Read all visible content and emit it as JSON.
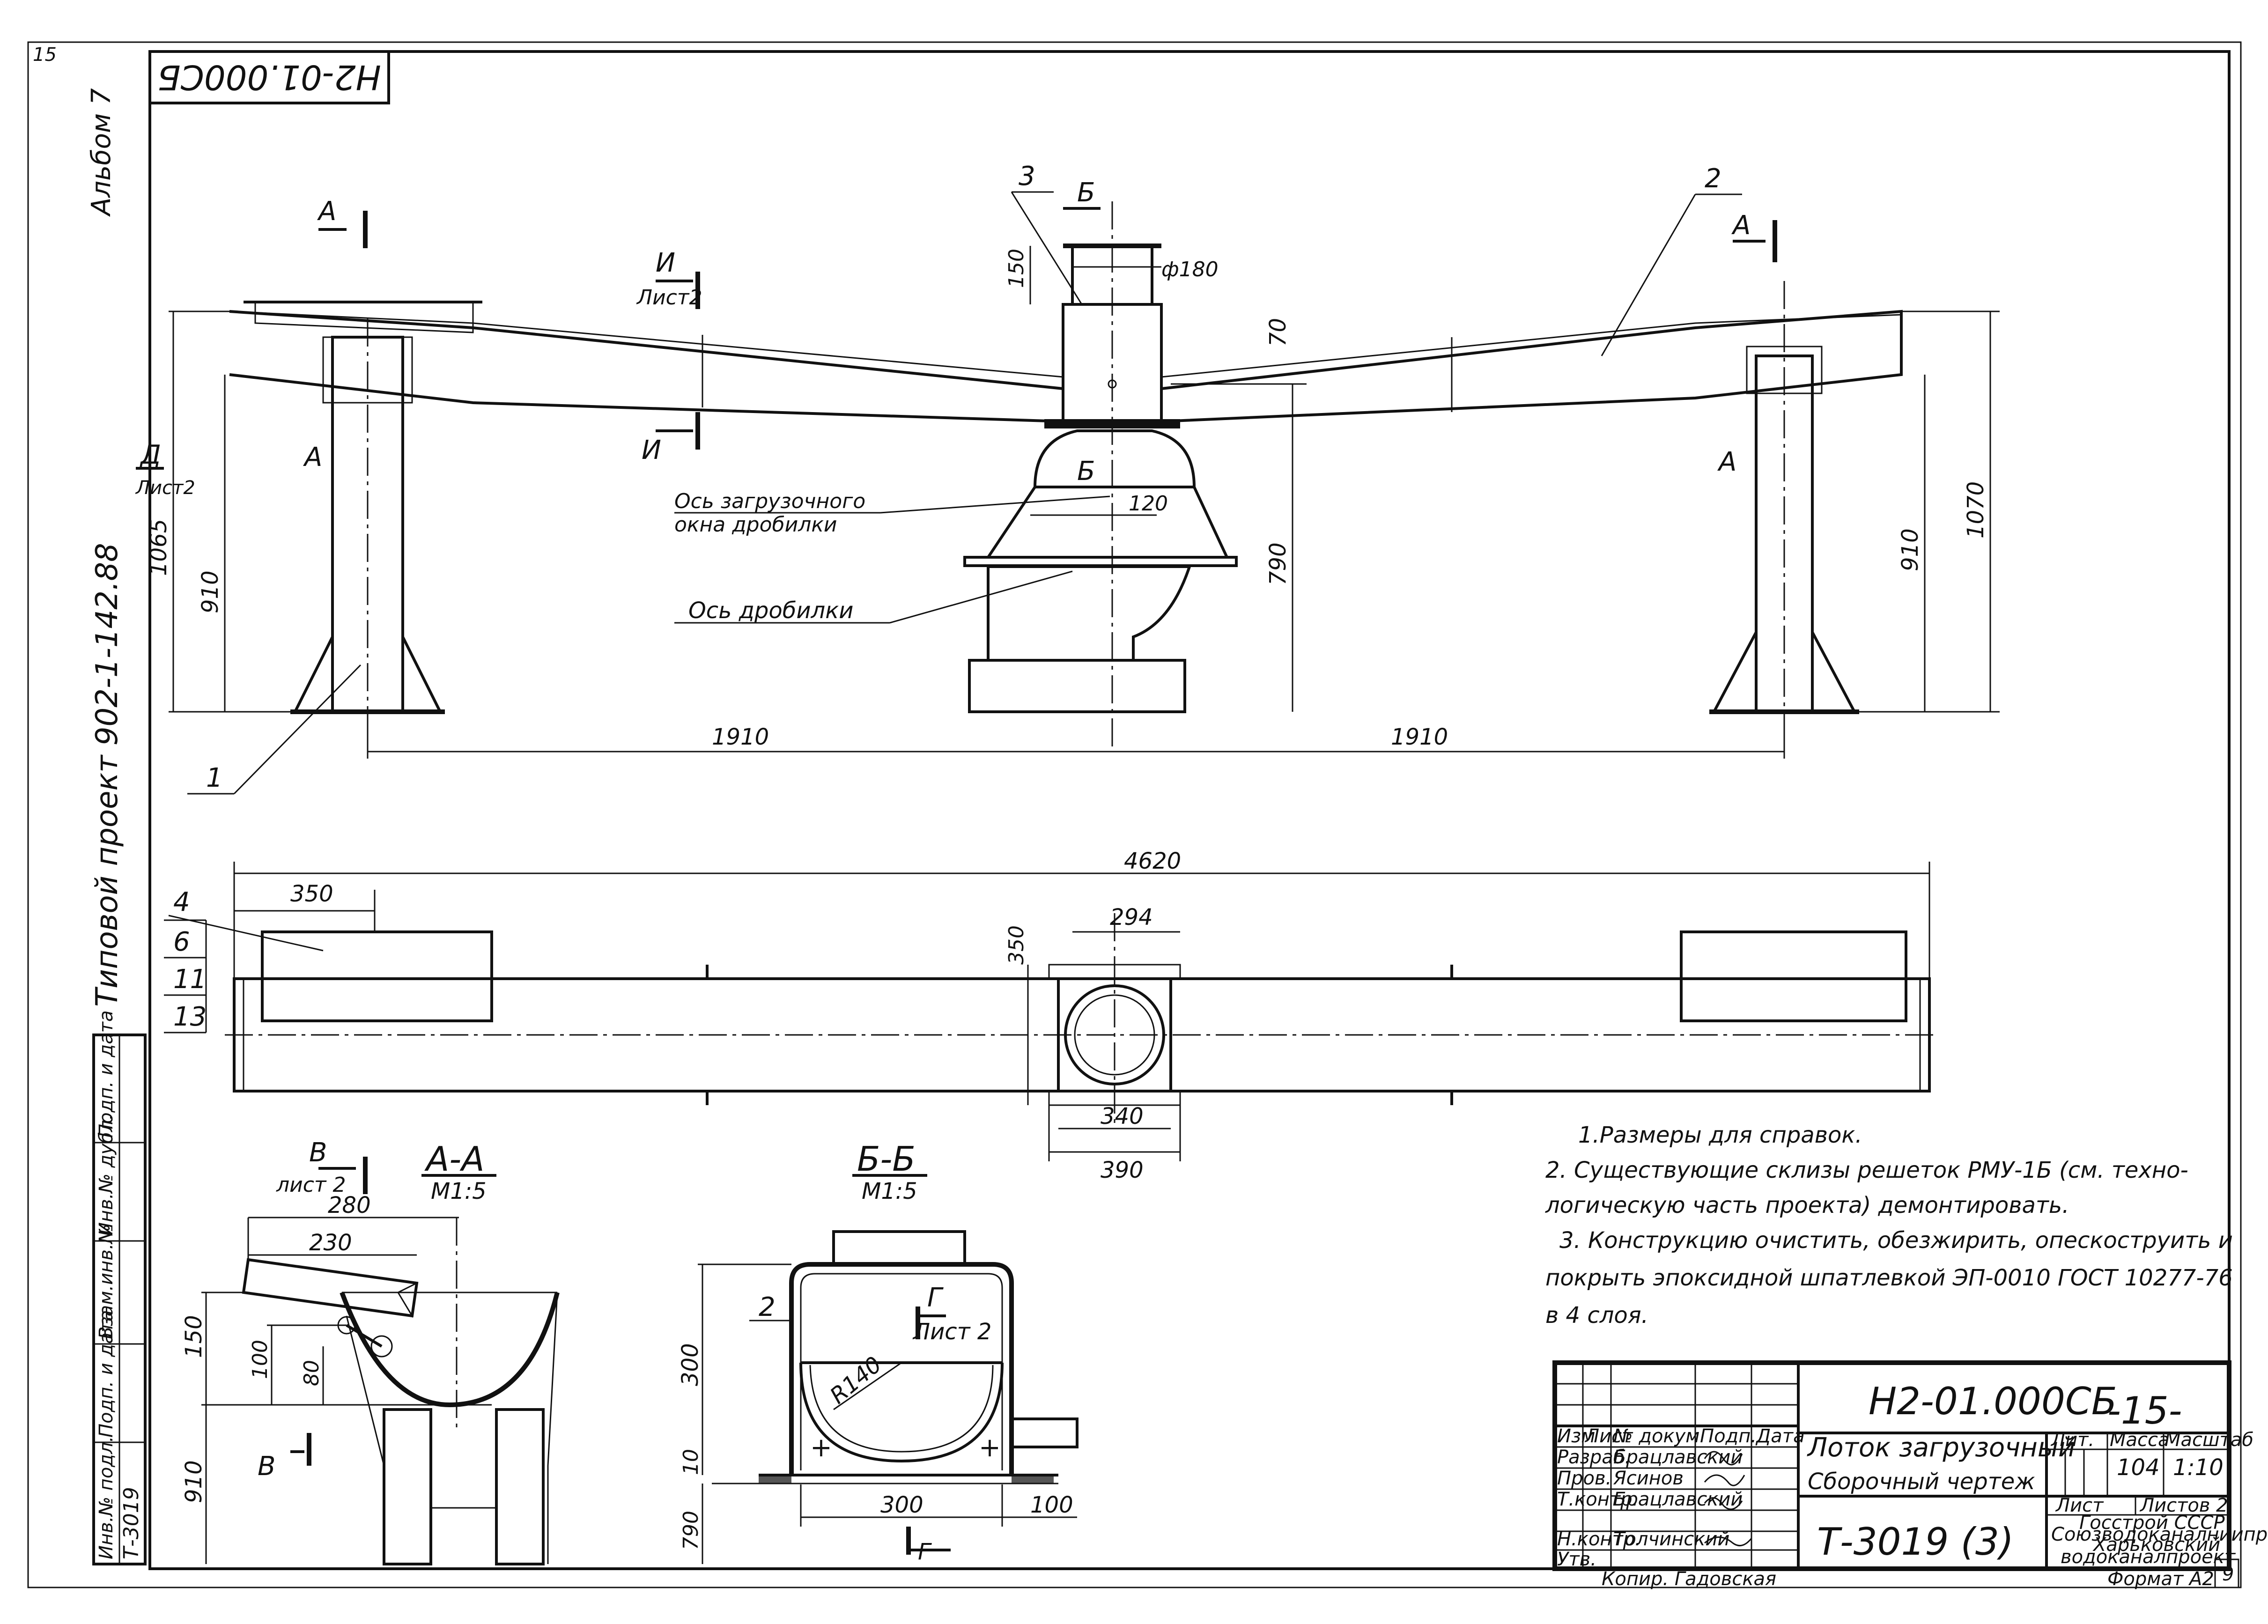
{
  "sheet": {
    "corner_mark": "15",
    "drawing_code_mirrored": "Н2-01.000СБ",
    "album": "Альбом 7",
    "project": "Типовой проект 902-1-142.88",
    "page_no": "-15-",
    "copied_by": "Копир. Гадовская",
    "format": "Формат А2",
    "corner_bottom": "9"
  },
  "left_strip": {
    "fields": [
      "Инв.№ подл.",
      "Подп. и дата",
      "Взам.инв.№",
      "Инв.№ дубл.",
      "Подп. и дата"
    ],
    "inv_number": "Т-3019"
  },
  "elevation": {
    "pos_1": "1",
    "pos_2": "2",
    "pos_3": "3",
    "cut_a": "А",
    "cut_b": "Б",
    "cut_i": "И",
    "cut_d": "Д",
    "sheet2": "Лист2",
    "dim_150": "150",
    "dim_phi180": "ф180",
    "dim_70": "70",
    "dim_120": "120",
    "dim_1065": "1065",
    "dim_910_l": "910",
    "dim_790": "790",
    "dim_910_r": "910",
    "dim_1070": "1070",
    "dim_1910_l": "1910",
    "dim_1910_r": "1910",
    "axis_window_1": "Ось загрузочного",
    "axis_window_2": "окна дробилки",
    "axis_crusher": "Ось дробилки"
  },
  "plan": {
    "dim_4620": "4620",
    "dim_350_w": "350",
    "dim_294": "294",
    "dim_350_h": "350",
    "dim_340": "340",
    "dim_390": "390",
    "pos_4": "4",
    "pos_6": "6",
    "pos_11": "11",
    "pos_13": "13"
  },
  "section_aa": {
    "title": "А-А",
    "scale": "М1:5",
    "cut_v": "В",
    "sheet2": "лист 2",
    "dim_280": "280",
    "dim_230": "230",
    "dim_150": "150",
    "dim_100": "100",
    "dim_80": "80",
    "dim_910": "910"
  },
  "section_bb": {
    "title": "Б-Б",
    "scale": "М1:5",
    "dim_2": "2",
    "dim_r140": "R140",
    "cut_g": "Г",
    "sheet2": "Лист 2",
    "dim_300_v": "300",
    "dim_10": "10",
    "dim_790": "790",
    "dim_300_h": "300",
    "dim_100": "100"
  },
  "notes": [
    "1.Размеры для справок.",
    "2. Существующие склизы решеток РМУ-1Б (см. техно-",
    "логическую часть проекта) демонтировать.",
    "3. Конструкцию очистить, обезжирить, опескоструить и",
    "покрыть эпоксидной шпатлевкой ЭП-0010 ГОСТ 10277-76",
    "в 4 слоя."
  ],
  "title_block": {
    "code": "Н2-01.000СБ",
    "name": "Лоток загрузочный",
    "doc_type": "Сборочный чертеж",
    "number": "Т-3019 (3)",
    "col_lit": "Лит.",
    "col_mass": "Масса",
    "col_scale": "Масштаб",
    "mass": "104",
    "scale": "1:10",
    "sheet_label": "Лист",
    "sheets_label": "Листов 2",
    "org_1": "Госстрой СССР",
    "org_2": "Союзводоканалниипроект",
    "org_3": "Харьковский",
    "org_4": "водоканалпроект",
    "hdr_izm": "Изм",
    "hdr_list": "Лист",
    "hdr_doc": "№ докум",
    "hdr_sign": "Подп.",
    "hdr_date": "Дата",
    "roles": [
      "Разраб.",
      "Пров.",
      "Т.контр.",
      "",
      "Н.контр.",
      "Утв."
    ],
    "names": [
      "Брацлавский",
      "Ясинов",
      "Брацлавский",
      "",
      "Толчинский",
      ""
    ]
  }
}
